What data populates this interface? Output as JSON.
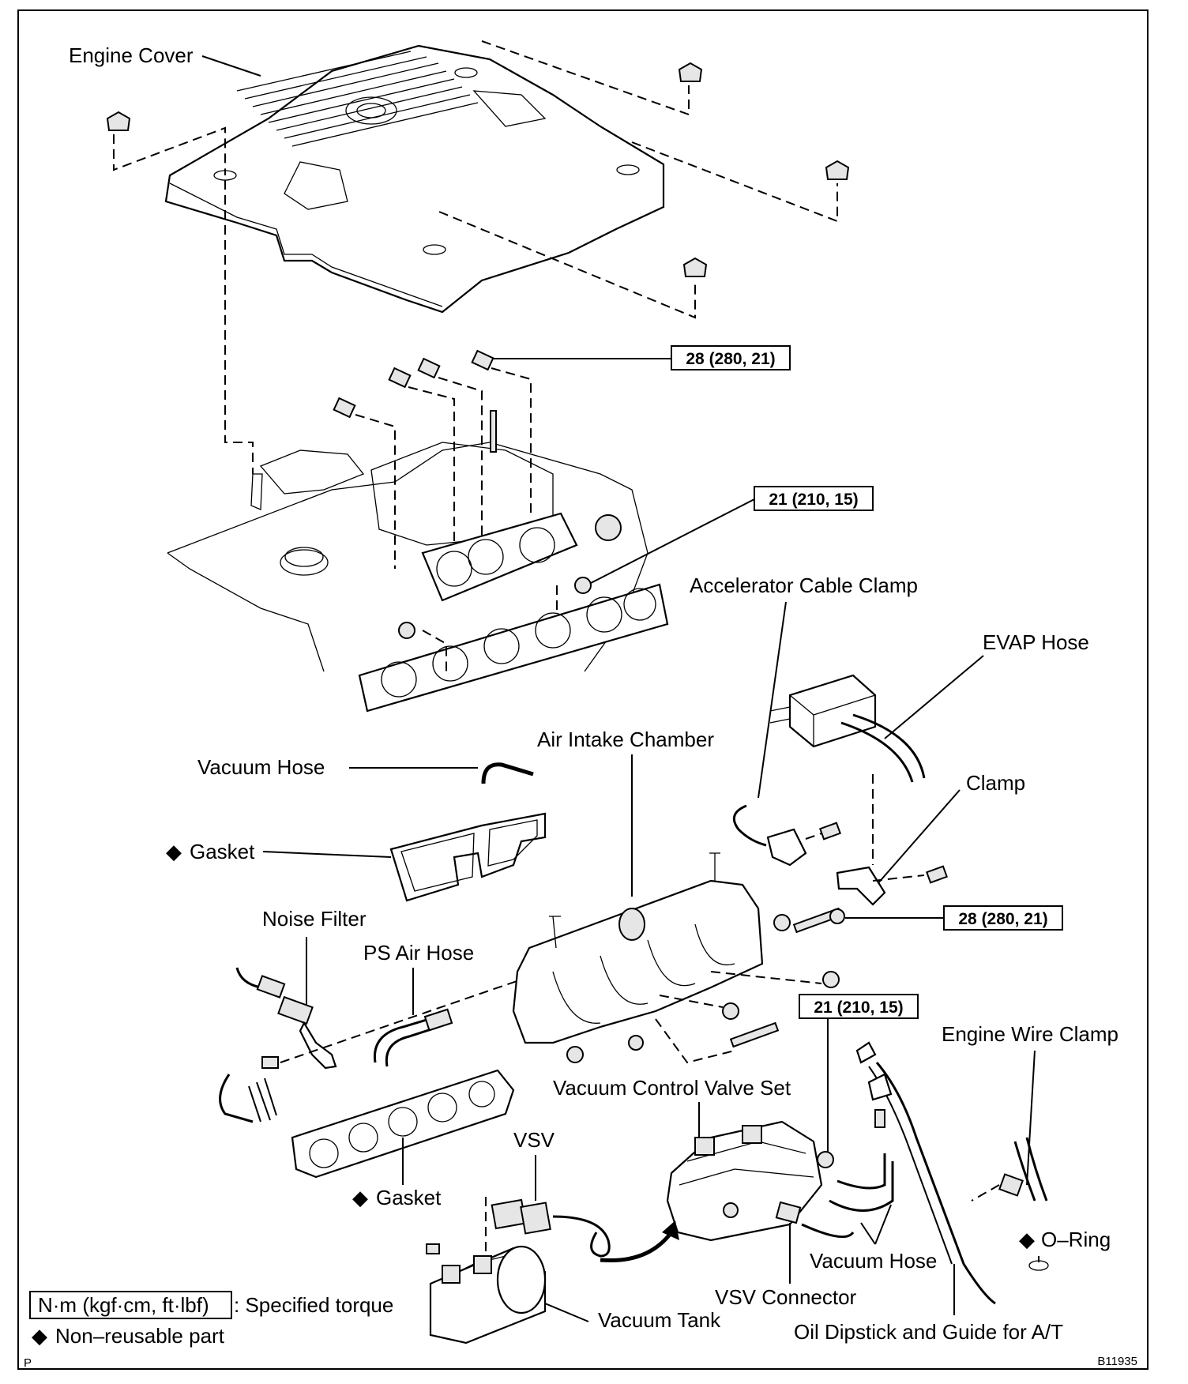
{
  "labels": {
    "engine_cover": "Engine Cover",
    "accelerator_cable_clamp": "Accelerator Cable Clamp",
    "evap_hose": "EVAP Hose",
    "air_intake_chamber": "Air Intake Chamber",
    "vacuum_hose_upper": "Vacuum Hose",
    "clamp": "Clamp",
    "gasket_upper": "Gasket",
    "noise_filter": "Noise Filter",
    "ps_air_hose": "PS Air Hose",
    "engine_wire_clamp": "Engine Wire Clamp",
    "vacuum_control_valve_set": "Vacuum Control Valve Set",
    "vsv": "VSV",
    "gasket_lower": "Gasket",
    "o_ring": "O–Ring",
    "vacuum_hose_lower": "Vacuum Hose",
    "vsv_connector": "VSV Connector",
    "vacuum_tank": "Vacuum Tank",
    "oil_dipstick": "Oil Dipstick and Guide for A/T"
  },
  "torques": {
    "t1": "28 (280, 21)",
    "t2": "21 (210, 15)",
    "t3": "28 (280, 21)",
    "t4": "21 (210, 15)"
  },
  "legend": {
    "unit_box": "N·m (kgf·cm, ft·lbf)",
    "unit_text": ": Specified torque",
    "nonreusable": "Non–reusable part",
    "diamond": "◆"
  },
  "corner": {
    "left": "P",
    "right": "B11935"
  }
}
